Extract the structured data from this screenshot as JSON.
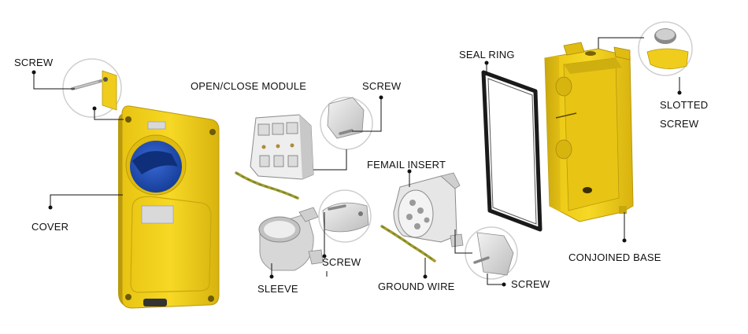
{
  "labels": {
    "screw_cover": "SCREW",
    "cover": "COVER",
    "open_close_module": "OPEN/CLOSE MODULE",
    "screw_module": "SCREW",
    "sleeve": "SLEEVE",
    "screw_sleeve": "SCREW",
    "femail_insert": "FEMAIL INSERT",
    "ground_wire": "GROUND WIRE",
    "screw_insert": "SCREW",
    "seal_ring": "SEAL RING",
    "slotted_screw_line1": "SLOTTED",
    "slotted_screw_line2": "SCREW",
    "conjoined_base": "CONJOINED BASE"
  },
  "colors": {
    "housing_yellow": "#f3d11e",
    "housing_shade": "#c9a80e",
    "knob_blue": "#1f4fb8",
    "insert_white": "#e4e4e4",
    "seal_black": "#1a1a1a",
    "leader_line": "#111111",
    "callout_circle": "#cfcfcf"
  }
}
